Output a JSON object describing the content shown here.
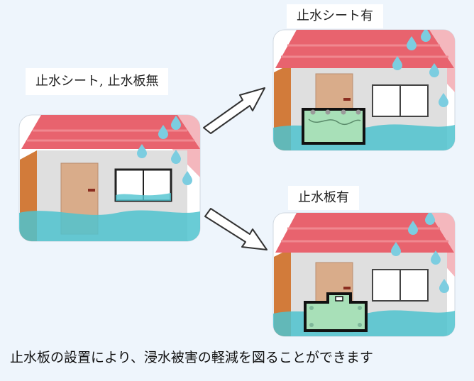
{
  "labels": {
    "none": "止水シート, 止水板無",
    "sheet": "止水シート有",
    "board": "止水板有"
  },
  "caption": "止水板の設置により、浸水被害の軽減を図ることができます",
  "colors": {
    "background": "#eef5fc",
    "roof": "#e8636e",
    "roof_stripe": "#f08890",
    "rain_sky": "#f4b7bd",
    "wall": "#dfdfdf",
    "door": "#d9ac8a",
    "water": "#4fc3cf",
    "side_wall": "#d27b3a",
    "barrier_outline": "#111111",
    "barrier_fill": "#a8e0b8"
  },
  "icons": [
    "house-icon",
    "arrow-icon",
    "raindrop-icon",
    "water-barrier-icon"
  ]
}
